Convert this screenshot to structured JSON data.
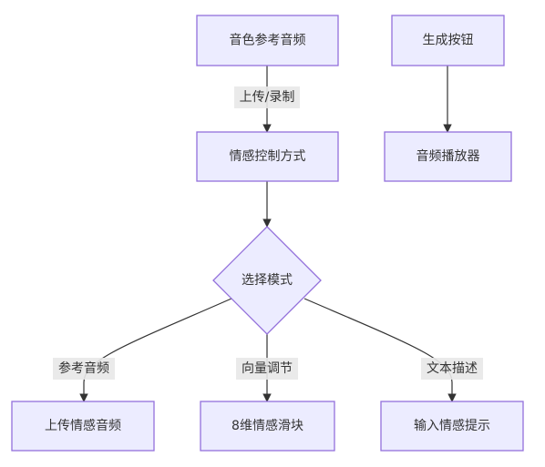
{
  "nodes": {
    "ref_audio": "音色参考音频",
    "generate_button": "生成按钮",
    "emotion_control": "情感控制方式",
    "audio_player": "音频播放器",
    "select_mode": "选择模式",
    "upload_emotion_audio": "上传情感音频",
    "vector_sliders": "8维情感滑块",
    "text_prompt": "输入情感提示"
  },
  "edges": {
    "upload_record": "上传/录制",
    "ref_audio_option": "参考音频",
    "vector_option": "向量调节",
    "text_option": "文本描述"
  },
  "colors": {
    "node_fill": "#ececff",
    "node_stroke": "#9370db",
    "edge": "#333333",
    "label_bg": "#e8e8e8"
  }
}
